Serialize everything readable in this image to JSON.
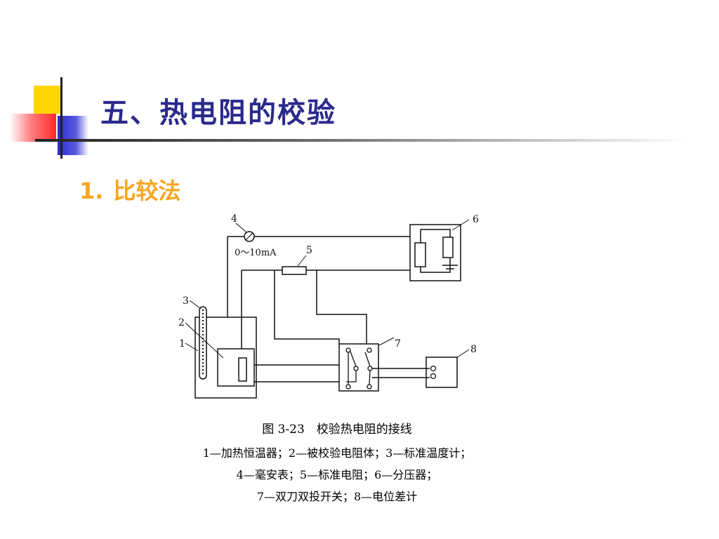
{
  "slide": {
    "title": "五、热电阻的校验",
    "subtitle_num": "1.",
    "subtitle_text": "比较法"
  },
  "colors": {
    "title": "#2a2a8c",
    "subtitle": "#f5a623",
    "deco_yellow": "#ffd700",
    "deco_blue": "#2b2bd0",
    "deco_red": "#ff3b3b"
  },
  "figure": {
    "labels": {
      "n1": "1",
      "n2": "2",
      "n3": "3",
      "n4": "4",
      "n5": "5",
      "n6": "6",
      "n7": "7",
      "n8": "8",
      "meter_range": "0～10mA"
    },
    "caption_title": "图 3-23　校验热电阻的接线",
    "caption_line1": "1—加热恒温器；2—被校验电阻体；3—标准温度计；",
    "caption_line2": "4—毫安表；5—标准电阻；6—分压器；",
    "caption_line3": "7—双刀双投开关；8—电位差计"
  }
}
